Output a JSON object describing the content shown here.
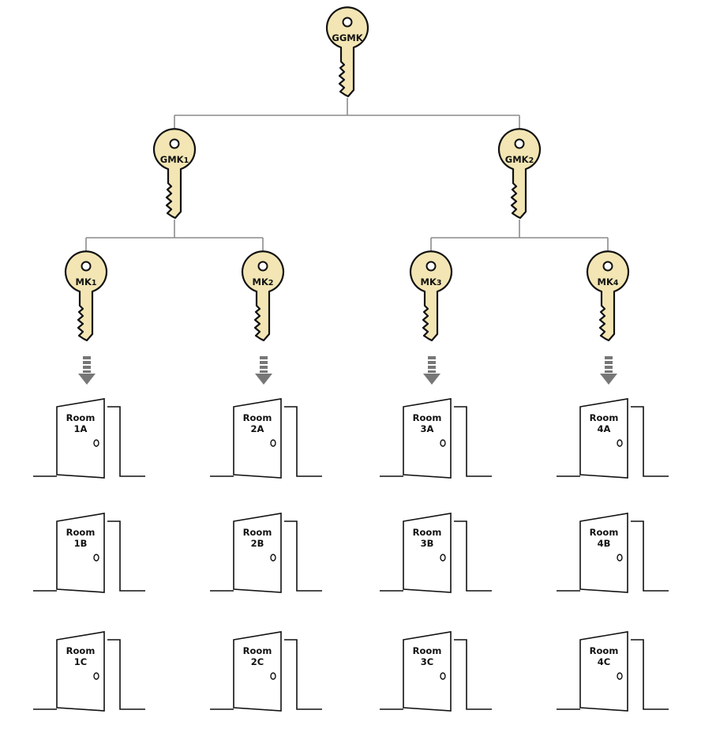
{
  "colors": {
    "key_fill": "#f3e6b4",
    "ink": "#111111",
    "connector": "#8c8c8c",
    "arrow": "#777777"
  },
  "grand_master": {
    "id": "GGMK",
    "label": "GGMK"
  },
  "grand_masters": [
    {
      "id": "GMK1",
      "label": "GMK1",
      "children": [
        "MK1",
        "MK2"
      ]
    },
    {
      "id": "GMK2",
      "label": "GMK2",
      "children": [
        "MK3",
        "MK4"
      ]
    }
  ],
  "masters": [
    {
      "id": "MK1",
      "label": "MK1",
      "rooms": [
        {
          "line1": "Room",
          "line2": "1A"
        },
        {
          "line1": "Room",
          "line2": "1B"
        },
        {
          "line1": "Room",
          "line2": "1C"
        }
      ]
    },
    {
      "id": "MK2",
      "label": "MK2",
      "rooms": [
        {
          "line1": "Room",
          "line2": "2A"
        },
        {
          "line1": "Room",
          "line2": "2B"
        },
        {
          "line1": "Room",
          "line2": "2C"
        }
      ]
    },
    {
      "id": "MK3",
      "label": "MK3",
      "rooms": [
        {
          "line1": "Room",
          "line2": "3A"
        },
        {
          "line1": "Room",
          "line2": "3B"
        },
        {
          "line1": "Room",
          "line2": "3C"
        }
      ]
    },
    {
      "id": "MK4",
      "label": "MK4",
      "rooms": [
        {
          "line1": "Room",
          "line2": "4A"
        },
        {
          "line1": "Room",
          "line2": "4B"
        },
        {
          "line1": "Room",
          "line2": "4C"
        }
      ]
    }
  ]
}
